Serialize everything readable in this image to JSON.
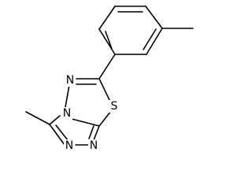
{
  "molecule": {
    "atoms": {
      "sulfur": "S",
      "n_thiadiazole": "N",
      "n_bridge": "N",
      "n_triazole_a": "N",
      "n_triazole_b": "N"
    }
  },
  "colors": {
    "bond": "#000000",
    "label": "#000000",
    "background": "#ffffff"
  }
}
